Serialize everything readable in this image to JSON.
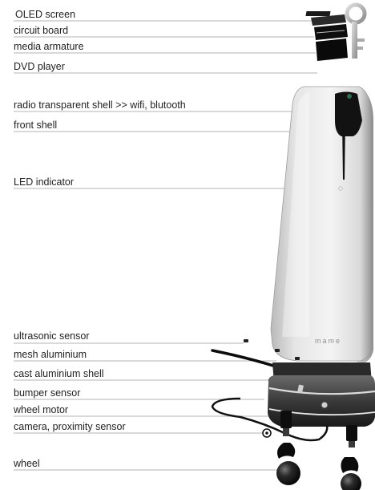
{
  "diagram": {
    "labels": [
      {
        "id": "oled",
        "text": "OLED screen"
      },
      {
        "id": "circuit",
        "text": "circuit board"
      },
      {
        "id": "media",
        "text": "media armature"
      },
      {
        "id": "dvd",
        "text": "DVD player"
      },
      {
        "id": "radio",
        "text": "radio transparent shell >> wifi, blutooth"
      },
      {
        "id": "front",
        "text": "front shell"
      },
      {
        "id": "led",
        "text": "LED indicator"
      },
      {
        "id": "ultrasonic",
        "text": "ultrasonic sensor"
      },
      {
        "id": "mesh",
        "text": "mesh aluminium"
      },
      {
        "id": "cast",
        "text": "cast aluminium shell"
      },
      {
        "id": "bumper",
        "text": "bumper sensor"
      },
      {
        "id": "motor",
        "text": "wheel motor"
      },
      {
        "id": "camera",
        "text": "camera, proximity sensor"
      },
      {
        "id": "wheel",
        "text": "wheel"
      }
    ],
    "brand_mark": "mame",
    "colors": {
      "leader_line": "#9a9a9a",
      "label_text": "#222222",
      "shell_light": "#f2f2f2",
      "shell_mid": "#c8c8c8",
      "shell_dark": "#8a8a8a",
      "part_black": "#111111"
    }
  }
}
